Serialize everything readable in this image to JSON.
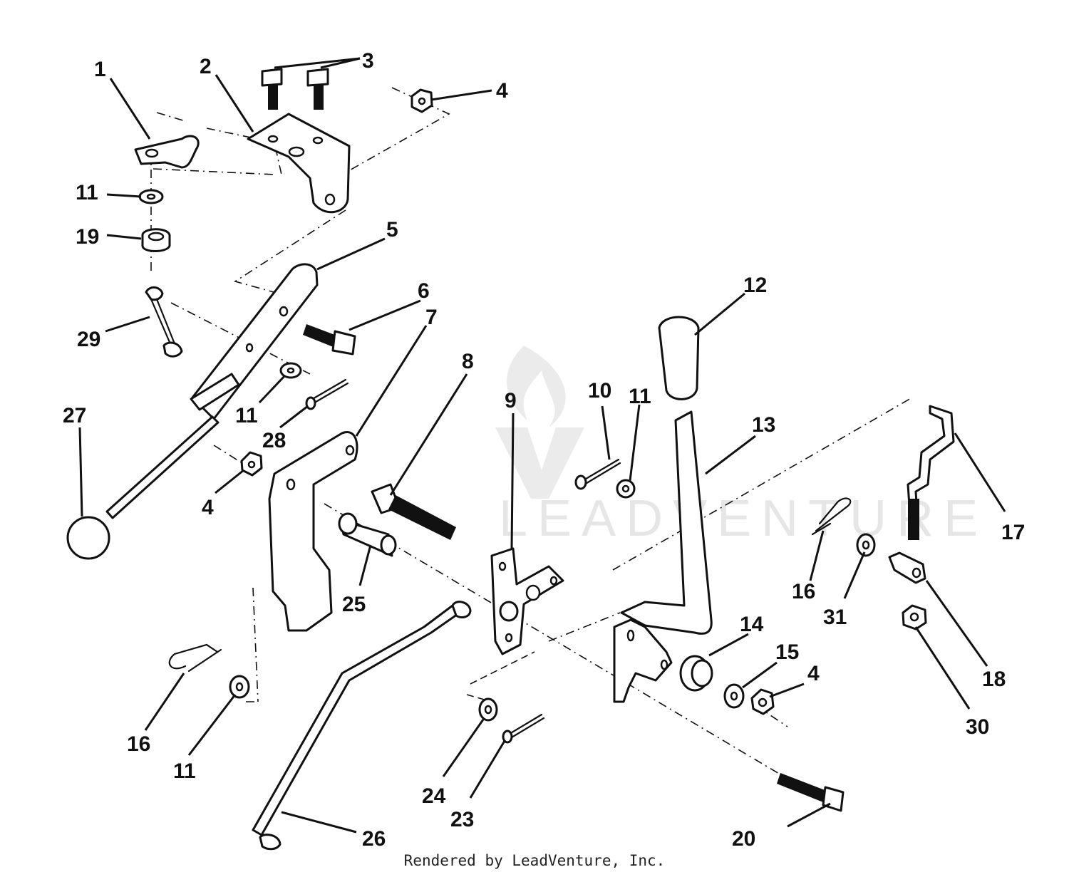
{
  "diagram": {
    "watermark": "LEADVENTURE",
    "credit": "Rendered by LeadVenture, Inc.",
    "callouts": {
      "c1": "1",
      "c2": "2",
      "c3": "3",
      "c4a": "4",
      "c4b": "4",
      "c4c": "4",
      "c5": "5",
      "c6": "6",
      "c7": "7",
      "c8": "8",
      "c9": "9",
      "c10": "10",
      "c11a": "11",
      "c11b": "11",
      "c11c": "11",
      "c11d": "11",
      "c12": "12",
      "c13": "13",
      "c14": "14",
      "c15": "15",
      "c16a": "16",
      "c16b": "16",
      "c17": "17",
      "c18": "18",
      "c19": "19",
      "c20": "20",
      "c23": "23",
      "c24": "24",
      "c25": "25",
      "c26": "26",
      "c27": "27",
      "c28": "28",
      "c29": "29",
      "c30": "30",
      "c31": "31"
    }
  }
}
